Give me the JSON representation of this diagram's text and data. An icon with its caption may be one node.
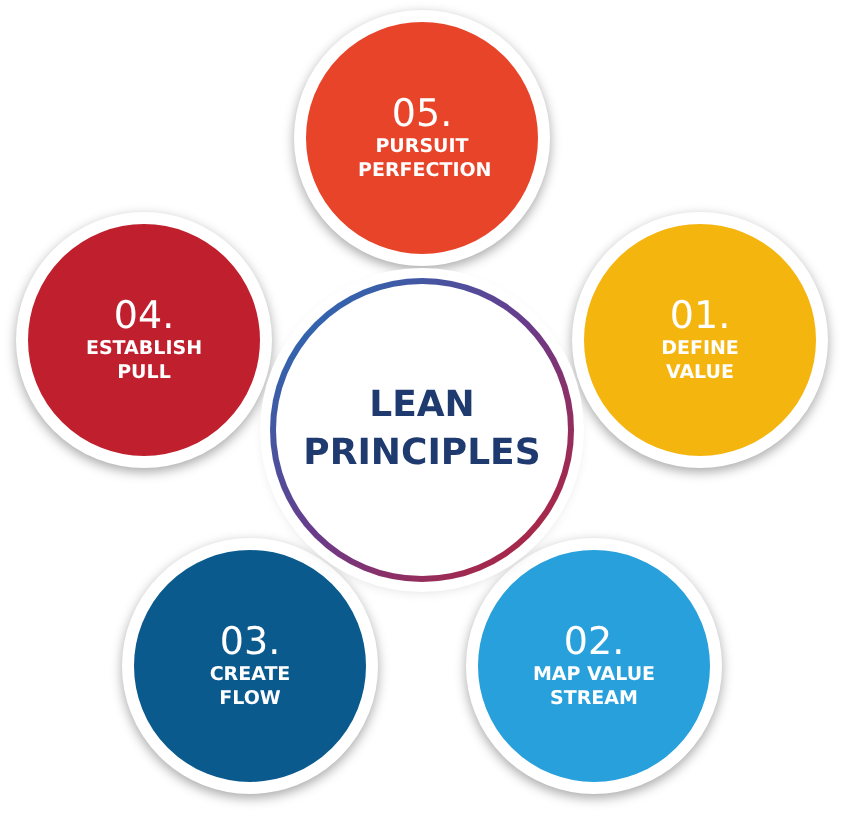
{
  "diagram": {
    "nodes": [
      {
        "text": [
          "05.",
          "PURSUIT PERFECTION"
        ]
      },
      {
        "text": [
          "04.",
          "ESTABLISH PULL"
        ]
      },
      {
        "text": [
          "LEAN PRINCIPLES"
        ]
      },
      {
        "text": [
          "01.",
          "DEFINE VALUE"
        ]
      },
      {
        "text": [
          "03.",
          "CREATE FLOW"
        ]
      },
      {
        "text": [
          "02.",
          "MAP VALUE STREAM"
        ]
      }
    ]
  }
}
